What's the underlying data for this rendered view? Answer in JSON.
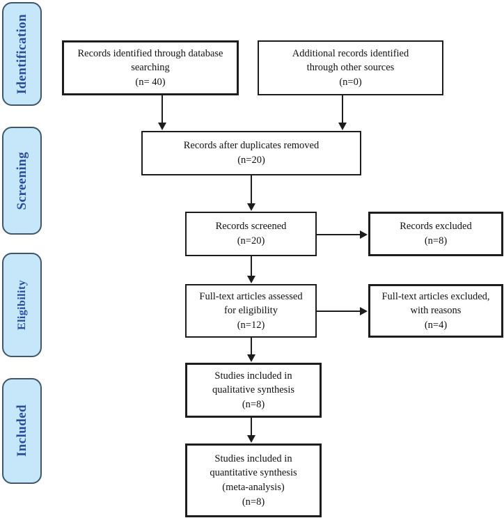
{
  "diagram": {
    "type": "prisma-flow-diagram",
    "title": "PRISMA flow diagram",
    "colors": {
      "phase_fill": "#c6e6fa",
      "phase_border": "#40566b",
      "phase_text": "#2a4d9b",
      "node_border": "#1d1d1d",
      "node_fill": "#ffffff",
      "connector": "#1d1d1d",
      "background": "#ffffff"
    }
  },
  "phases": [
    {
      "id": "identification",
      "label": "Identification"
    },
    {
      "id": "screening",
      "label": "Screening"
    },
    {
      "id": "eligibility",
      "label": "Eligibility"
    },
    {
      "id": "included",
      "label": "Included"
    }
  ],
  "nodes": {
    "records_identified": {
      "text": "Records identified through database\nsearching\n(n= 40)",
      "count": 40
    },
    "additional_records": {
      "text": "Additional records identified\nthrough other sources\n(n=0)",
      "count": 0
    },
    "after_duplicates": {
      "text": "Records after duplicates removed\n(n=20)",
      "count": 20
    },
    "records_screened": {
      "text": "Records screened\n(n=20)",
      "count": 20
    },
    "records_excluded": {
      "text": "Records excluded\n(n=8)",
      "count": 8
    },
    "fulltext_assessed": {
      "text": "Full-text articles assessed\nfor eligibility\n(n=12)",
      "count": 12
    },
    "fulltext_excluded": {
      "text": "Full-text articles excluded,\nwith reasons\n(n=4)",
      "count": 4
    },
    "qualitative_synthesis": {
      "text": "Studies included in\nqualitative synthesis\n(n=8)",
      "count": 8
    },
    "quantitative_synthesis": {
      "text": "Studies included in\nquantitative synthesis\n(meta-analysis)\n(n=8)",
      "count": 8
    }
  }
}
